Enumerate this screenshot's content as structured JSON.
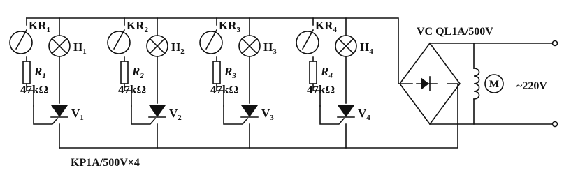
{
  "channels": [
    {
      "switch_main": "KR",
      "switch_sub": "1",
      "lamp_main": "H",
      "lamp_sub": "1",
      "res_main": "R",
      "res_sub": "1",
      "res_value": "47kΩ",
      "thy_main": "V",
      "thy_sub": "1"
    },
    {
      "switch_main": "KR",
      "switch_sub": "2",
      "lamp_main": "H",
      "lamp_sub": "2",
      "res_main": "R",
      "res_sub": "2",
      "res_value": "47kΩ",
      "thy_main": "V",
      "thy_sub": "2"
    },
    {
      "switch_main": "KR",
      "switch_sub": "3",
      "lamp_main": "H",
      "lamp_sub": "3",
      "res_main": "R",
      "res_sub": "3",
      "res_value": "47kΩ",
      "thy_main": "V",
      "thy_sub": "3"
    },
    {
      "switch_main": "KR",
      "switch_sub": "4",
      "lamp_main": "H",
      "lamp_sub": "4",
      "res_main": "R",
      "res_sub": "4",
      "res_value": "47kΩ",
      "thy_main": "V",
      "thy_sub": "4"
    }
  ],
  "bridge_label": "VC  QL1A/500V",
  "motor_symbol": "M",
  "supply_label": "~220V",
  "thyristor_rating": "KP1A/500V×4"
}
